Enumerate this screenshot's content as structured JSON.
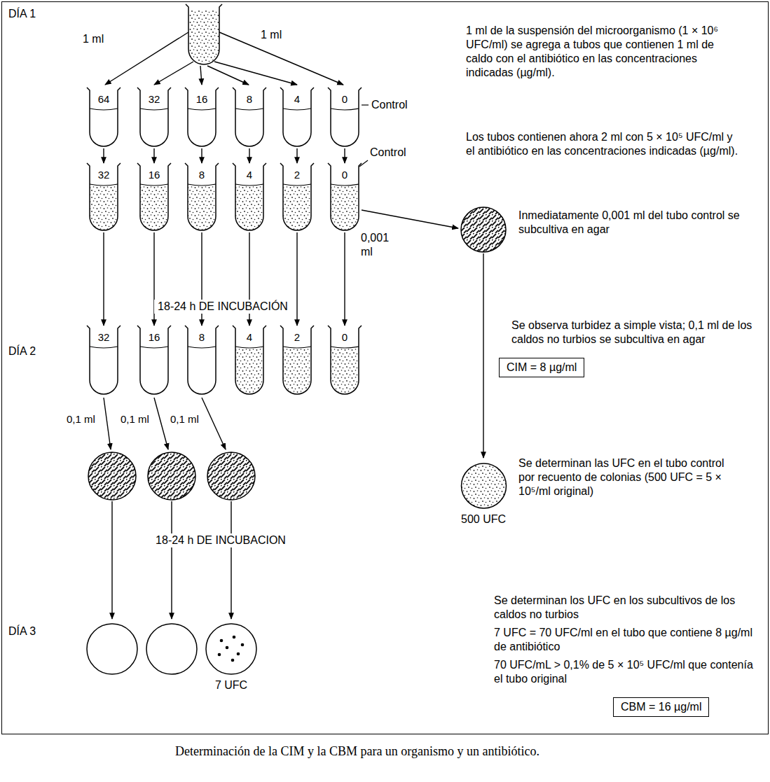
{
  "diagram": {
    "caption": "Determinación de la CIM y la CBM para un organismo y un antibiótico.",
    "nodes": [
      {
        "text": [
          "64"
        ]
      },
      {
        "text": [
          "32"
        ]
      },
      {
        "text": [
          "16"
        ]
      },
      {
        "text": [
          "8"
        ]
      },
      {
        "text": [
          "4"
        ]
      },
      {
        "text": [
          "0"
        ]
      },
      {
        "text": [
          "32"
        ]
      },
      {
        "text": [
          "16"
        ]
      },
      {
        "text": [
          "8"
        ]
      },
      {
        "text": [
          "4"
        ]
      },
      {
        "text": [
          "2"
        ]
      },
      {
        "text": [
          "0"
        ]
      },
      {
        "text": [
          "32"
        ]
      },
      {
        "text": [
          "16"
        ]
      },
      {
        "text": [
          "8"
        ]
      },
      {
        "text": [
          "4"
        ]
      },
      {
        "text": [
          "2"
        ]
      },
      {
        "text": [
          "0"
        ]
      },
      {
        "text": [
          "CIM = 8 µg/ml"
        ]
      },
      {
        "text": [
          "500 UFC"
        ]
      },
      {
        "text": [
          "7 UFC"
        ]
      },
      {
        "text": [
          "CBM = 16 µg/ml"
        ]
      }
    ],
    "edges": [
      {
        "from": 0,
        "to": 6,
        "arrow": "to"
      },
      {
        "from": 1,
        "to": 7,
        "arrow": "to"
      },
      {
        "from": 2,
        "to": 8,
        "arrow": "to"
      },
      {
        "from": 3,
        "to": 9,
        "arrow": "to"
      },
      {
        "from": 4,
        "to": 10,
        "arrow": "to"
      },
      {
        "from": 5,
        "to": 11,
        "arrow": "to"
      },
      {
        "from": 6,
        "to": 12,
        "arrow": "to"
      },
      {
        "from": 7,
        "to": 13,
        "arrow": "to"
      },
      {
        "from": 8,
        "to": 14,
        "arrow": "to"
      },
      {
        "from": 9,
        "to": 15,
        "arrow": "to"
      },
      {
        "from": 10,
        "to": 16,
        "arrow": "to"
      },
      {
        "from": 11,
        "to": 17,
        "arrow": "to"
      }
    ],
    "labels": [
      "DÍA 1",
      "1 ml",
      "1 ml",
      "1 ml de la suspensión del microorganismo (1 × 10⁶ UFC/ml) se agrega a tubos que contienen 1 ml de caldo con el antibiótico en las concentraciones indicadas (µg/ml).",
      "Control",
      "Los tubos contienen ahora 2 ml con 5 × 10⁵ UFC/ml y el antibiótico en las concentraciones indicadas (µg/ml).",
      "Control",
      "0,001 ml",
      "Inmediatamente 0,001 ml del tubo control se subcultiva en agar",
      "18-24 h DE INCUBACIÓN",
      "DÍA 2",
      "Se observa turbidez a simple vista; 0,1 ml de los caldos no turbios se subcultiva en agar",
      "Se determinan las UFC en el tubo control por recuento de colonias (500 UFC = 5 × 10⁵/ml original)",
      "0,1 ml",
      "0,1 ml",
      "0,1 ml",
      "18-24 h DE INCUBACION",
      "DÍA 3",
      "Se determinan los UFC en los subcultivos de los caldos no turbios",
      "7 UFC = 70 UFC/ml en el tubo que contiene 8 µg/ml de antibiótico",
      "70 UFC/mL > 0,1% de 5 × 10⁵ UFC/ml que contenía el tubo original"
    ]
  }
}
